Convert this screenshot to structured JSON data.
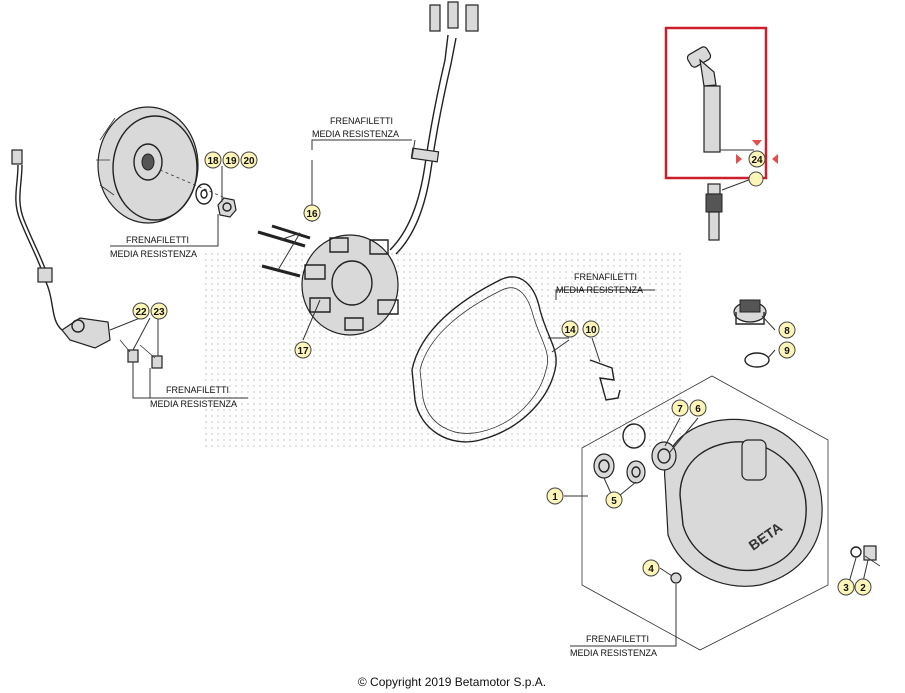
{
  "callouts": [
    {
      "n": "1"
    },
    {
      "n": "2"
    },
    {
      "n": "3"
    },
    {
      "n": "4"
    },
    {
      "n": "5"
    },
    {
      "n": "6"
    },
    {
      "n": "7"
    },
    {
      "n": "8"
    },
    {
      "n": "9"
    },
    {
      "n": "10"
    },
    {
      "n": "14"
    },
    {
      "n": "16"
    },
    {
      "n": "17"
    },
    {
      "n": "18"
    },
    {
      "n": "19"
    },
    {
      "n": "20"
    },
    {
      "n": "22"
    },
    {
      "n": "23"
    },
    {
      "n": "24"
    }
  ],
  "notes": [
    {
      "line1": "FRENAFILETTI",
      "line2": "MEDIA RESISTENZA"
    },
    {
      "line1": "FRENAFILETTI",
      "line2": "MEDIA RESISTENZA"
    },
    {
      "line1": "FRENAFILETTI",
      "line2": "MEDIA RESISTENZA"
    },
    {
      "line1": "FRENAFILETTI",
      "line2": "MEDIA RESISTENZA"
    },
    {
      "line1": "FRENAFILETTI",
      "line2": "MEDIA RESISTENZA"
    }
  ],
  "copyright": "© Copyright 2019 Betamotor S.p.A.",
  "colors": {
    "highlight_box": "#cc1f2a",
    "callout_fill": "#fdf6b8",
    "selection_marker": "#e05050"
  },
  "icons": {
    "selection_marker": "crosshair-arrows-icon"
  }
}
